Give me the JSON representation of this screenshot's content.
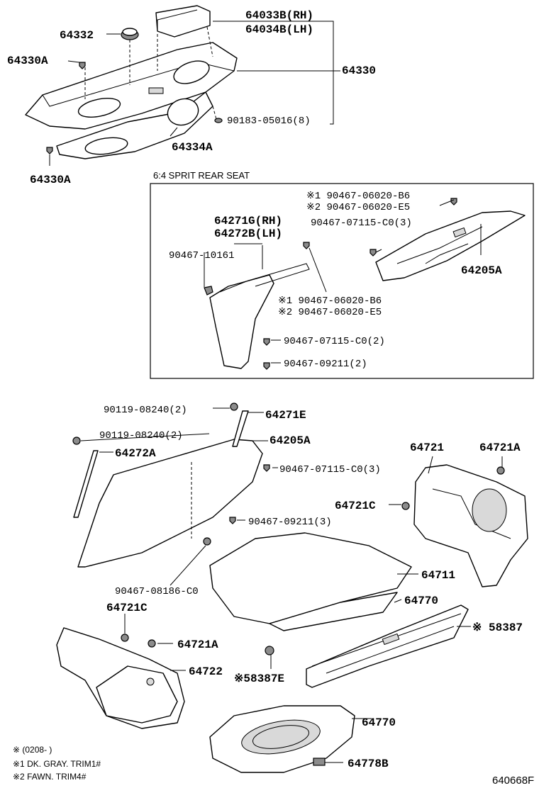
{
  "labels": {
    "p64033b": "64033B(RH)",
    "p64034b": "64034B(LH)",
    "p64332": "64332",
    "p64330a_top": "64330A",
    "p64330": "64330",
    "p90183": "90183-05016(8)",
    "p64334a": "64334A",
    "p64330a_bot": "64330A",
    "p64271g": "64271G(RH)",
    "p64272b": "64272B(LH)",
    "p90467_10161": "90467-10161",
    "p_b6_a_top": "※1 90467-06020-B6",
    "p_e5_a_top": "※2 90467-06020-E5",
    "p90467_07115_a": "90467-07115-C0(3)",
    "p64205a_inset": "64205A",
    "p_b6_b": "※1 90467-06020-B6",
    "p_e5_b": "※2 90467-06020-E5",
    "p90467_07115_b": "90467-07115-C0(2)",
    "p90467_09211_a": "90467-09211(2)",
    "p90119_a": "90119-08240(2)",
    "p64271e": "64271E",
    "p90119_b": "90119-08240(2)",
    "p64205a": "64205A",
    "p64272a": "64272A",
    "p90467_07115_c": "90467-07115-C0(3)",
    "p64721": "64721",
    "p64721a_r": "64721A",
    "p64721c_r": "64721C",
    "p90467_09211_b": "90467-09211(3)",
    "p64711": "64711",
    "p90467_08186": "90467-08186-C0",
    "p64770_a": "64770",
    "p64721c_l": "64721C",
    "p58387": "※ 58387",
    "p64721a_l": "64721A",
    "p64722": "64722",
    "p58387e": "※58387E",
    "p64770_b": "64770",
    "p64778b": "64778B"
  },
  "inset": {
    "title": "6:4 SPRIT REAR SEAT"
  },
  "footnotes": {
    "line1": "※ (0208-          )",
    "line2": "※1 DK. GRAY. TRIM1#",
    "line3": "※2 FAWN. TRIM4#"
  },
  "figure_id": "640668F"
}
